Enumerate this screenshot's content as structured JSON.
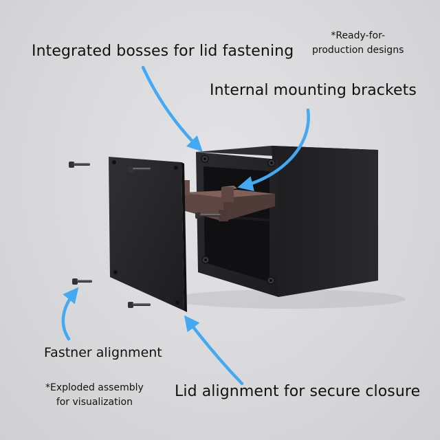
{
  "labels": {
    "bosses": "Integrated bosses for lid fastening",
    "brackets": "Internal mounting brackets",
    "fastener": "Fastner alignment",
    "lid": "Lid alignment for secure closure"
  },
  "notes": {
    "ready_line1": "*Ready-for-",
    "ready_line2": "production designs",
    "exploded_line1": "*Exploded assembly",
    "exploded_line2": "for visualization"
  },
  "colors": {
    "background": "#d8d8da",
    "arrow": "#42a9f2",
    "enclosure": "#222225",
    "bracket": "#6a4f4a",
    "text": "#111111"
  }
}
